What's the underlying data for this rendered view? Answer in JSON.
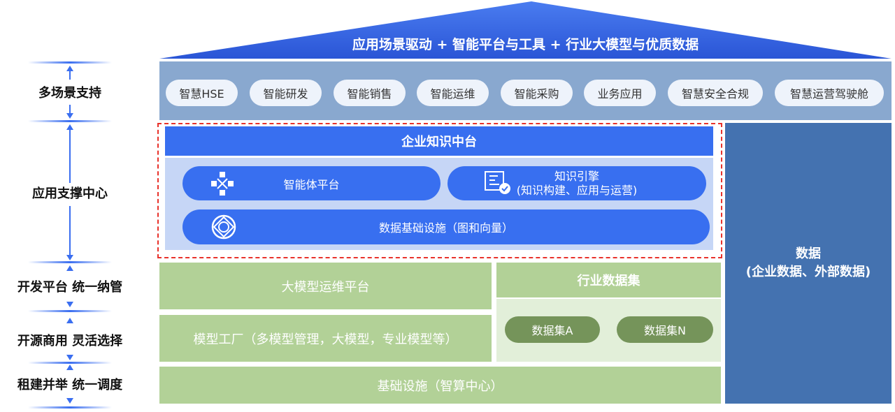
{
  "roof": {
    "title": "应用场景驱动 + 智能平台与工具 + 行业大模型与优质数据"
  },
  "scenarios": [
    "智慧HSE",
    "智能研发",
    "智能销售",
    "智能运维",
    "智能采购",
    "业务应用",
    "智慧安全合规",
    "智慧运营驾驶舱"
  ],
  "knowledge": {
    "title": "企业知识中台",
    "agent": "智能体平台",
    "engine_line1": "知识引擎",
    "engine_line2": "(知识构建、应用与运营)",
    "infra": "数据基础设施（图和向量）"
  },
  "data_column": {
    "line1": "数据",
    "line2": "(企业数据、外部数据)"
  },
  "green": {
    "ops": "大模型运维平台",
    "factory": "模型工厂（多模型管理，大模型，专业模型等）",
    "datasets_title": "行业数据集",
    "dataset_a": "数据集A",
    "dataset_n": "数据集N",
    "infra": "基础设施（智算中心）"
  },
  "left_labels": [
    "多场景支持",
    "应用支撑中心",
    "开发平台 统一纳管",
    "开源商用 灵活选择",
    "租建并举 统一调度"
  ],
  "colors": {
    "blue": "#386ff0",
    "steel": "#4472b0",
    "green": "#b2d197",
    "dark_green": "#75945a",
    "red": "#e8322b"
  }
}
